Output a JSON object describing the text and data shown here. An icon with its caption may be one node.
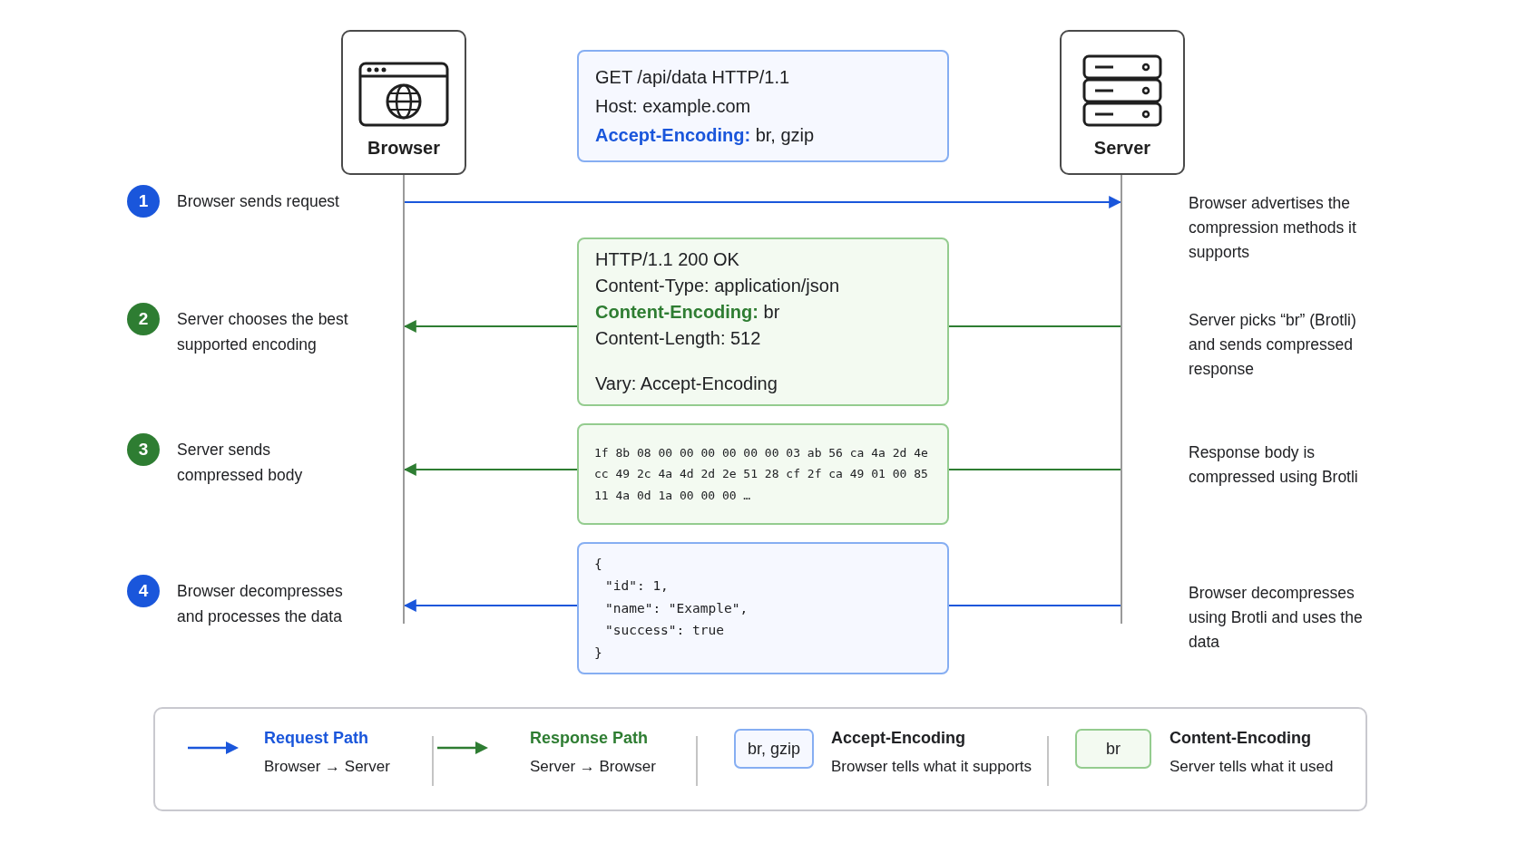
{
  "diagram": {
    "nodes": [
      {
        "text": [
          "Browser"
        ]
      },
      {
        "text": [
          "GET /api/data HTTP/1.1",
          "Host: example.com",
          "**Accept-Encoding:** br, gzip"
        ]
      },
      {
        "text": [
          "Server"
        ]
      },
      {
        "text": [],
        "shape": "line"
      },
      {
        "text": [],
        "shape": "line"
      },
      {
        "text": [
          "1"
        ],
        "beside": [
          "Browser sends request"
        ]
      },
      {
        "text": [
          "HTTP/1.1 200 OK",
          "Content-Type: application/json",
          "**Content-Encoding:** br",
          "Content-Length: 512",
          "Vary: Accept-Encoding"
        ]
      },
      {
        "text": [
          "2"
        ],
        "beside": [
          "Server chooses the best supported encoding"
        ]
      },
      {
        "text": [
          "1f 8b 08 00 00 00 00 00 00 03 ab 56 ca 4a 2d 4e cc 49 2c 4a 4d 2d 2e 51 28 cf 2f ca 49 01 00 85 11 4a 0d 1a 00 00 00 …"
        ]
      },
      {
        "text": [
          "3"
        ],
        "beside": [
          "Server sends compressed body"
        ]
      },
      {
        "text": [
          "{",
          "\"id\": 1,",
          "\"name\": \"Example\",",
          "\"success\": true",
          "}"
        ]
      },
      {
        "text": [
          "4"
        ],
        "beside": [
          "Browser decompresses and processes the data"
        ]
      }
    ],
    "edges": [
      {
        "from": 3,
        "to": 4,
        "arrow": "to",
        "color": "#1a56db"
      },
      {
        "from": 4,
        "to": 6,
        "arrow": "none",
        "color": "#2e7d32"
      },
      {
        "from": 6,
        "to": 3,
        "arrow": "to",
        "color": "#2e7d32"
      },
      {
        "from": 4,
        "to": 8,
        "arrow": "none",
        "color": "#2e7d32"
      },
      {
        "from": 8,
        "to": 3,
        "arrow": "to",
        "color": "#2e7d32"
      },
      {
        "from": 4,
        "to": 10,
        "arrow": "none",
        "color": "#1a56db"
      },
      {
        "from": 10,
        "to": 3,
        "arrow": "to",
        "color": "#1a56db"
      }
    ],
    "labels": [
      "Browser advertises the compression methods it supports",
      "Server picks “br” (Brotli) and sends compressed response",
      "Response body is compressed using Brotli",
      "Browser decompresses using Brotli and uses the data",
      "Browser → Server",
      "Server → Browser",
      "br, gzip",
      "Browser tells what it supports",
      "br",
      "Server tells what it used"
    ],
    "legend": [
      {
        "text": "Request Path"
      },
      {
        "text": "Response Path"
      },
      {
        "text": "Accept-Encoding"
      },
      {
        "text": "Content-Encoding"
      }
    ]
  }
}
